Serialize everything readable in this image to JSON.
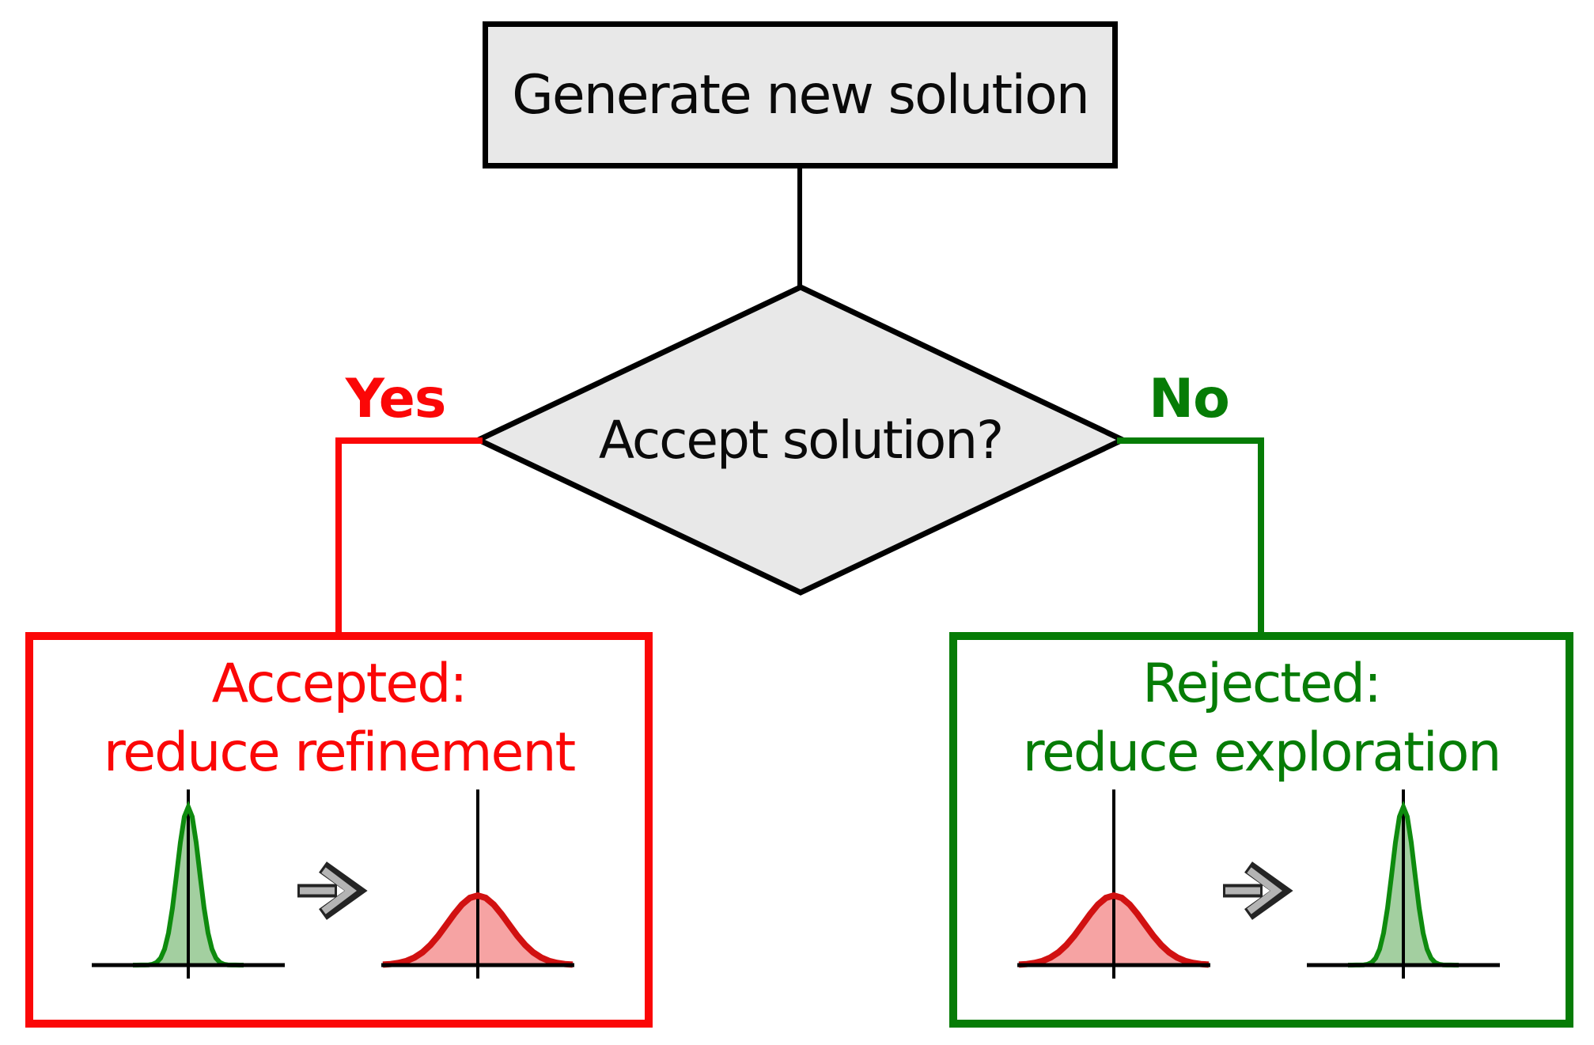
{
  "diagram": {
    "start_box": {
      "label": "Generate new solution"
    },
    "decision": {
      "label": "Accept solution?"
    },
    "yes_branch": {
      "label": "Yes"
    },
    "no_branch": {
      "label": "No"
    },
    "accepted_box": {
      "title": "Accepted:",
      "subtitle": "reduce refinement",
      "icons": [
        "narrow-green-distribution-icon",
        "arrow-right-icon",
        "wide-red-distribution-icon"
      ]
    },
    "rejected_box": {
      "title": "Rejected:",
      "subtitle": "reduce exploration",
      "icons": [
        "wide-red-distribution-icon",
        "arrow-right-icon",
        "narrow-green-distribution-icon"
      ]
    },
    "colors": {
      "yes_red": "#fb0707",
      "no_green": "#067c06",
      "node_fill": "#e8e8e8",
      "node_border": "#000000",
      "green_curve_stroke": "#0e8b0e",
      "green_curve_fill": "#a3cfa0",
      "red_curve_stroke": "#d11111",
      "red_curve_fill": "#f6a3a3",
      "arrow_fill": "#b4b4b4",
      "arrow_outline": "#242424"
    }
  }
}
